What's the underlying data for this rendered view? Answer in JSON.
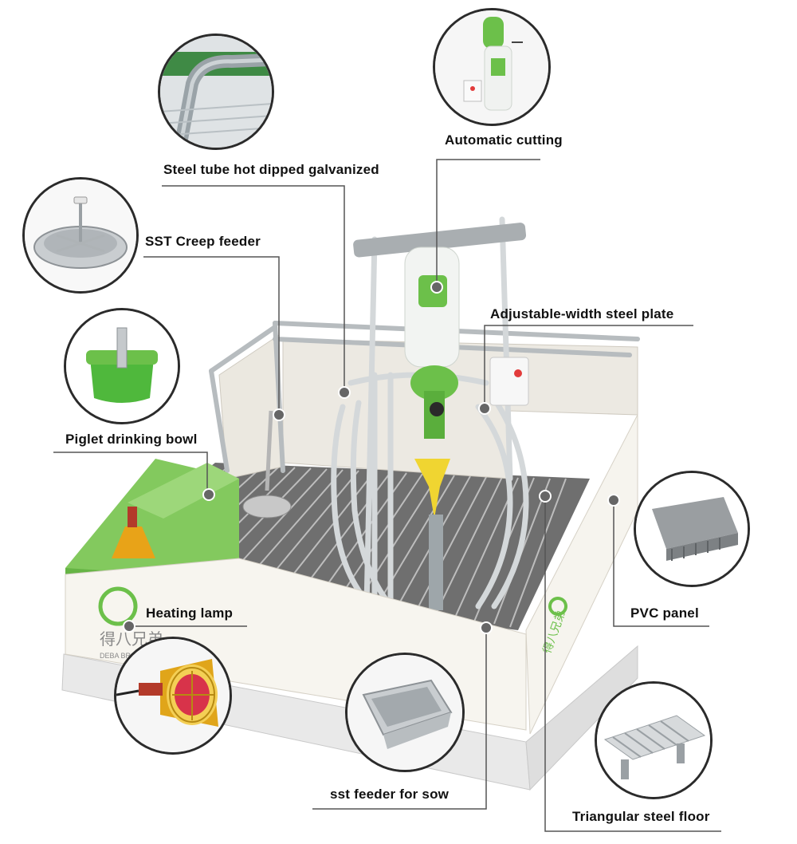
{
  "callouts": {
    "automatic_cutting": "Automatic cutting",
    "steel_tube": "Steel tube hot dipped galvanized",
    "sst_creep_feeder": "SST Creep feeder",
    "adjustable_plate": "Adjustable-width steel plate",
    "piglet_drinking_bowl": "Piglet drinking bowl",
    "heating_lamp": "Heating lamp",
    "pvc_panel": "PVC panel",
    "sst_feeder_sow": "sst feeder for sow",
    "triangular_floor": "Triangular steel floor"
  },
  "branding": {
    "front_panel_text": "得八兄弟",
    "front_panel_subtext": "DEBA BROTHERS",
    "side_panel_text": "得八兄弟"
  },
  "colors": {
    "accent_green": "#6cc04a",
    "panel_white": "#f4f1ea",
    "steel_grey": "#9aa3a8",
    "line_dark": "#555555"
  }
}
